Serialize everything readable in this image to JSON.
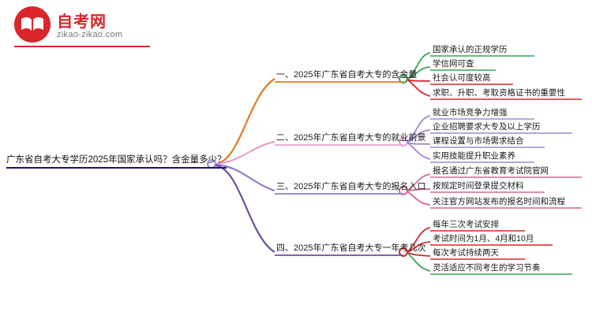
{
  "logo": {
    "brand": "自考网",
    "domain": "zikao-zikao.com",
    "icon": "red-circle-book-logo",
    "accent_color": "#d9262b"
  },
  "mindmap": {
    "root": {
      "label": "广东省自考大专学历2025年国家承认吗？含金量多少？",
      "underline_color": "#1b1464"
    },
    "branches": [
      {
        "label": "一、2025年广东省自考大专的含金量",
        "color": "#e07b22",
        "children": [
          {
            "label": "国家承认的正规学历",
            "color": "#3aa655"
          },
          {
            "label": "学信网可查",
            "color": "#3aa655"
          },
          {
            "label": "社会认可度较高",
            "color": "#3aa655"
          },
          {
            "label": "求职、升职、考取资格证书的重要性",
            "color": "#3aa655"
          }
        ]
      },
      {
        "label": "二、2025年广东省自考大专的就业前景",
        "color": "#e8a0cf",
        "children": [
          {
            "label": "就业市场竞争力增强",
            "color": "#9b8bd6"
          },
          {
            "label": "企业招聘要求大专及以上学历",
            "color": "#9b8bd6"
          },
          {
            "label": "课程设置与市场需求结合",
            "color": "#9b8bd6"
          },
          {
            "label": "实用技能提升职业素养",
            "color": "#9b8bd6"
          }
        ]
      },
      {
        "label": "三、2025年广东省自考大专的报名入口",
        "color": "#8c7ec7",
        "children": [
          {
            "label": "报名通过广东省教育考试院官网",
            "color": "#d16b8e"
          },
          {
            "label": "按规定时间登录提交材料",
            "color": "#d16b8e"
          },
          {
            "label": "关注官方网站发布的报名时间和流程",
            "color": "#d16b8e"
          }
        ]
      },
      {
        "label": "四、2025年广东省自考大专一年考几次",
        "color": "#6b4fa0",
        "children": [
          {
            "label": "每年三次考试安排",
            "color": "#d9262b"
          },
          {
            "label": "考试时间为1月、4月和10月",
            "color": "#d9262b"
          },
          {
            "label": "每次考试持续两天",
            "color": "#d9262b"
          },
          {
            "label": "灵活适应不同考生的学习节奏",
            "color": "#3aa655"
          }
        ]
      }
    ]
  }
}
